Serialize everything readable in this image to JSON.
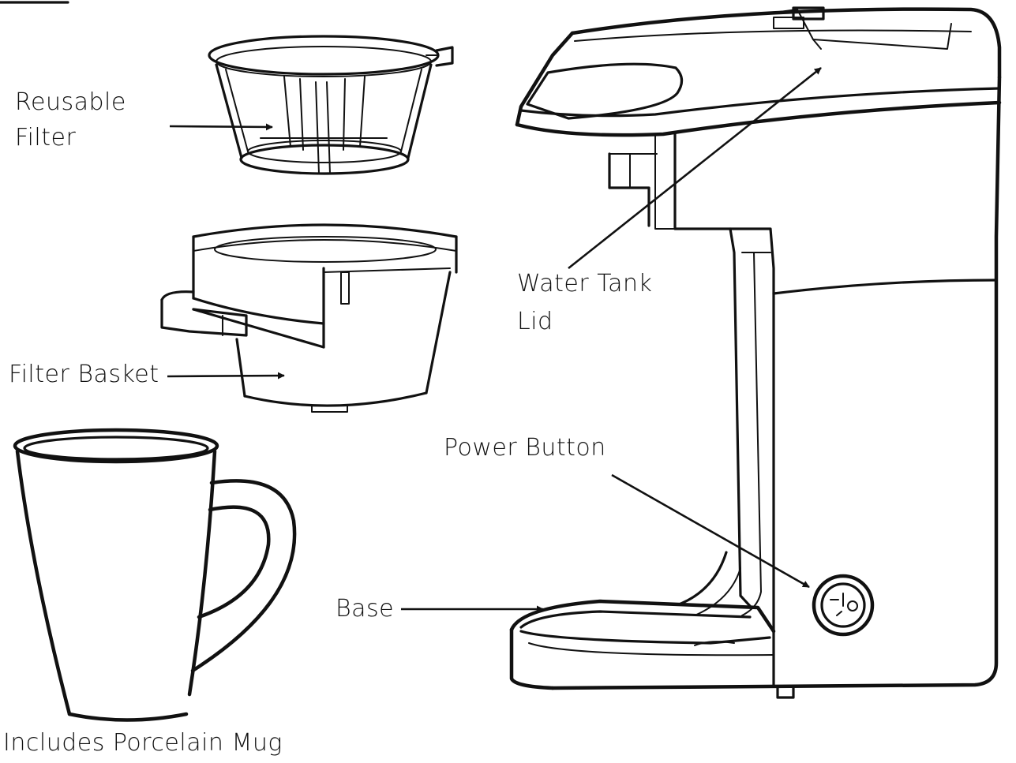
{
  "labels": {
    "reusable_filter_line1": "Reusable",
    "reusable_filter_line2": "Filter",
    "filter_basket": "Filter Basket",
    "water_tank_lid_line1": "Water Tank",
    "water_tank_lid_line2": "Lid",
    "power_button": "Power Button",
    "base": "Base",
    "porcelain_mug": "Includes Porcelain Mug"
  }
}
